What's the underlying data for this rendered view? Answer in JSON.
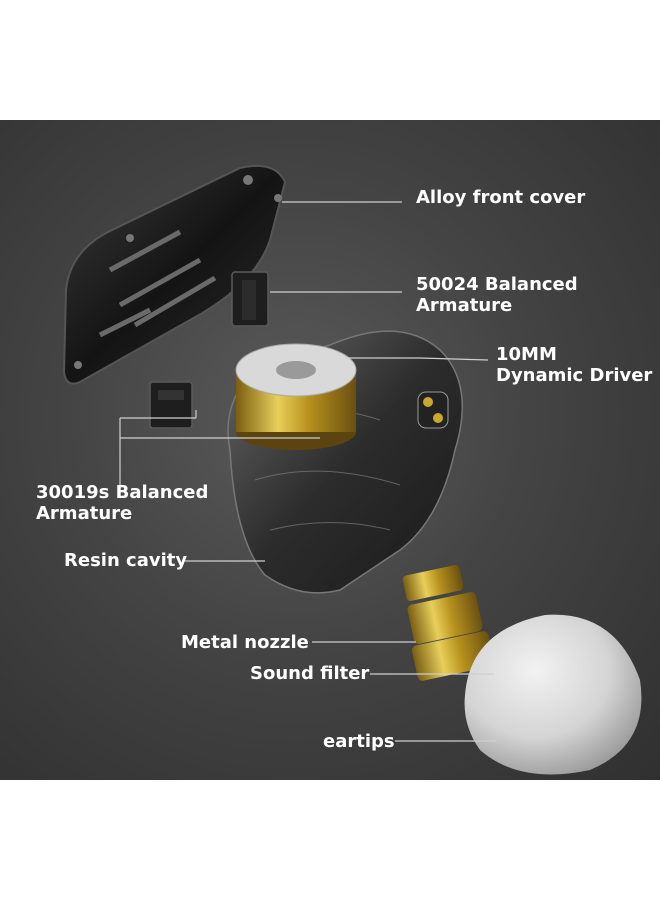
{
  "labels": {
    "alloy_front_cover": "Alloy front cover",
    "ba_50024_line1": "50024 Balanced",
    "ba_50024_line2": "Armature",
    "dd_line1": "10MM",
    "dd_line2": "Dynamic Driver",
    "ba_30019s_line1": "30019s Balanced",
    "ba_30019s_line2": "Armature",
    "resin_cavity": "Resin cavity",
    "metal_nozzle": "Metal nozzle",
    "sound_filter": "Sound filter",
    "eartips": "eartips"
  },
  "colors": {
    "background": "#444444",
    "text": "#ffffff",
    "brass": "#c9a830",
    "cover": "#1c1c1c",
    "eartip": "#dcdcdc"
  }
}
